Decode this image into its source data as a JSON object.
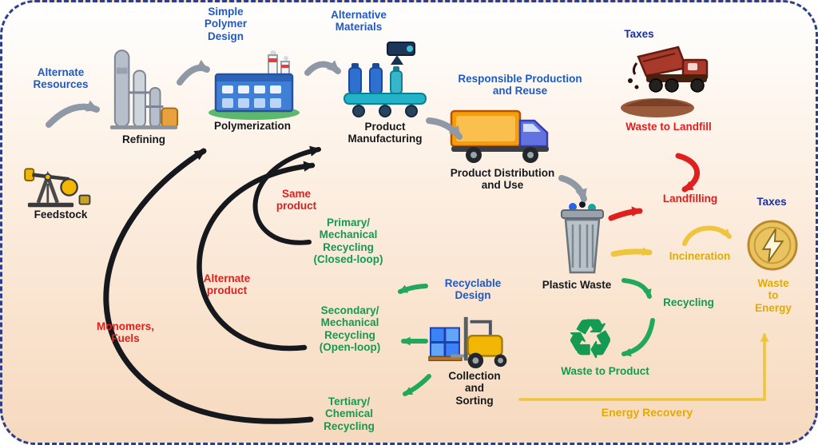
{
  "colors": {
    "blue": "#1f5ac4",
    "navy": "#1b2f9e",
    "red": "#e01f1f",
    "green": "#149a52",
    "gold": "#e2ab00",
    "black": "#15181c"
  },
  "stages": {
    "feedstock": "Feedstock",
    "refining": "Refining",
    "polymerization": "Polymerization",
    "product_manufacturing": "Product\nManufacturing",
    "product_distribution": "Product Distribution\nand Use",
    "plastic_waste": "Plastic Waste",
    "collection_sorting": "Collection\nand\nSorting"
  },
  "interventions": {
    "alternate_resources": "Alternate\nResources",
    "simple_polymer_design": "Simple\nPolymer\nDesign",
    "alternative_materials": "Alternative\nMaterials",
    "responsible_production": "Responsible Production\nand Reuse",
    "recyclable_design": "Recyclable\nDesign",
    "taxes_landfill": "Taxes",
    "taxes_energy": "Taxes"
  },
  "outcomes": {
    "waste_to_landfill": "Waste to Landfill",
    "landfilling": "Landfilling",
    "incineration": "Incineration",
    "waste_to_energy": "Waste\nto\nEnergy",
    "recycling": "Recycling",
    "waste_to_product": "Waste to Product",
    "energy_recovery": "Energy Recovery"
  },
  "recycling_routes": {
    "same_product": "Same\nproduct",
    "alternate_product": "Alternate\nproduct",
    "monomers_fuels": "Monomers,\nFuels",
    "primary": "Primary/\nMechanical\nRecycling\n(Closed-loop)",
    "secondary": "Secondary/\nMechanical\nRecycling\n(Open-loop)",
    "tertiary": "Tertiary/\nChemical\nRecycling"
  },
  "icons": {
    "recycle_symbol": "♻"
  }
}
